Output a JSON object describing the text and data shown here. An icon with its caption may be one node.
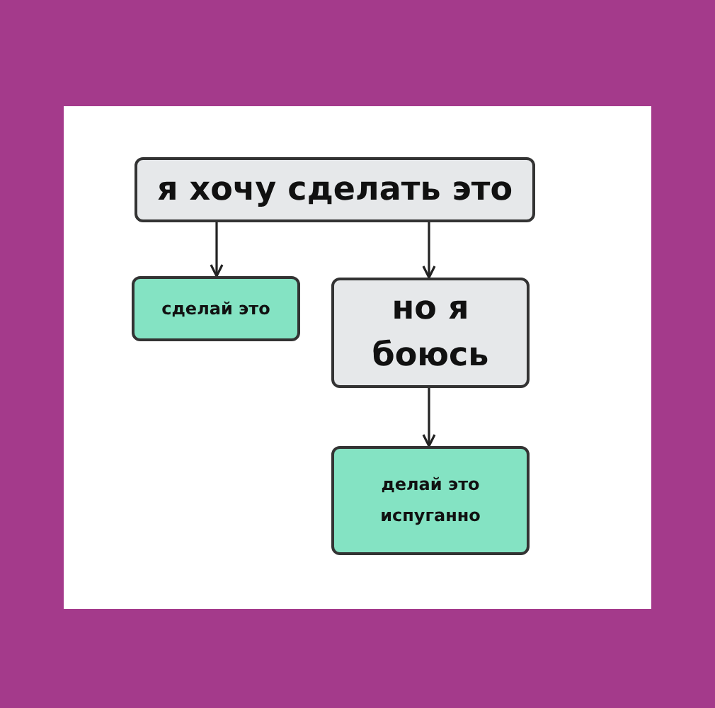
{
  "diagram": {
    "nodes": [
      {
        "text": [
          "я хочу сделать это"
        ]
      },
      {
        "text": [
          "сделай это"
        ]
      },
      {
        "text": [
          "но я боюсь"
        ]
      },
      {
        "text": [
          "делай это испуганно"
        ]
      }
    ],
    "edges": [
      {
        "from": 0,
        "to": 1,
        "arrow": "to"
      },
      {
        "from": 0,
        "to": 2,
        "arrow": "to"
      },
      {
        "from": 2,
        "to": 3,
        "arrow": "to"
      }
    ]
  }
}
